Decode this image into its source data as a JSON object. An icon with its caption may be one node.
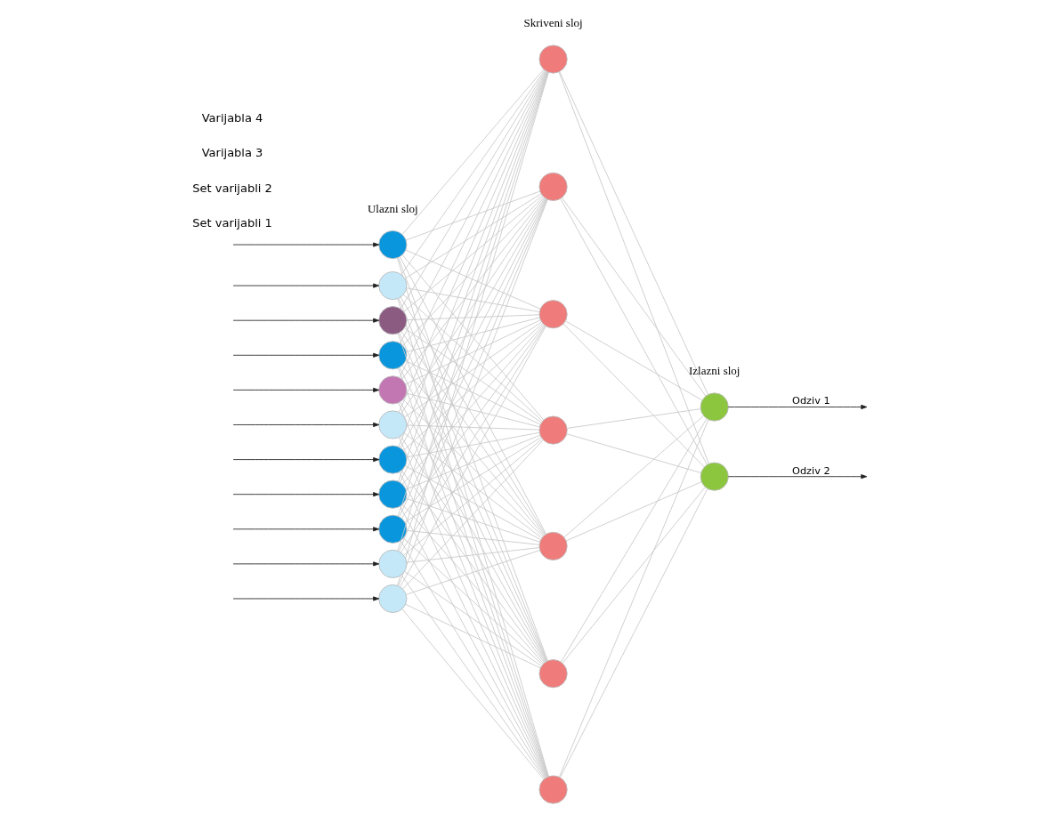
{
  "diagram": {
    "nodes": [
      {
        "text": [],
        "shape": "circle"
      },
      {
        "text": [],
        "shape": "circle"
      },
      {
        "text": [],
        "shape": "circle"
      },
      {
        "text": [],
        "shape": "circle"
      },
      {
        "text": [],
        "shape": "circle"
      },
      {
        "text": [],
        "shape": "circle"
      },
      {
        "text": [],
        "shape": "circle"
      },
      {
        "text": [],
        "shape": "circle"
      },
      {
        "text": [],
        "shape": "circle"
      },
      {
        "text": [],
        "shape": "circle"
      },
      {
        "text": [],
        "shape": "circle"
      },
      {
        "text": [],
        "shape": "circle"
      },
      {
        "text": [],
        "shape": "circle"
      },
      {
        "text": [],
        "shape": "circle"
      },
      {
        "text": [],
        "shape": "circle"
      },
      {
        "text": [],
        "shape": "circle"
      },
      {
        "text": [],
        "shape": "circle"
      },
      {
        "text": [],
        "shape": "circle"
      },
      {
        "text": [],
        "shape": "circle"
      },
      {
        "text": [],
        "shape": "circle"
      }
    ],
    "edges": [
      {
        "from": null,
        "to": 0,
        "arrow": "to",
        "color": "#222222"
      },
      {
        "from": null,
        "to": 1,
        "arrow": "to",
        "color": "#222222"
      },
      {
        "from": null,
        "to": 2,
        "arrow": "to",
        "color": "#222222"
      },
      {
        "from": null,
        "to": 3,
        "arrow": "to",
        "color": "#222222"
      },
      {
        "from": null,
        "to": 4,
        "arrow": "to",
        "color": "#222222"
      },
      {
        "from": null,
        "to": 5,
        "arrow": "to",
        "color": "#222222"
      },
      {
        "from": null,
        "to": 6,
        "arrow": "to",
        "color": "#222222"
      },
      {
        "from": null,
        "to": 7,
        "arrow": "to",
        "color": "#222222"
      },
      {
        "from": null,
        "to": 8,
        "arrow": "to",
        "color": "#222222"
      },
      {
        "from": null,
        "to": 9,
        "arrow": "to",
        "color": "#222222"
      },
      {
        "from": null,
        "to": 10,
        "arrow": "to",
        "color": "#222222"
      },
      {
        "from": 0,
        "to": 11,
        "arrow": "none"
      },
      {
        "from": 0,
        "to": 12,
        "arrow": "none"
      },
      {
        "from": 0,
        "to": 13,
        "arrow": "none"
      },
      {
        "from": 0,
        "to": 14,
        "arrow": "none"
      },
      {
        "from": 0,
        "to": 15,
        "arrow": "none"
      },
      {
        "from": 0,
        "to": 16,
        "arrow": "none"
      },
      {
        "from": 0,
        "to": 17,
        "arrow": "none"
      },
      {
        "from": 1,
        "to": 11,
        "arrow": "none"
      },
      {
        "from": 1,
        "to": 12,
        "arrow": "none"
      },
      {
        "from": 1,
        "to": 13,
        "arrow": "none"
      },
      {
        "from": 1,
        "to": 14,
        "arrow": "none"
      },
      {
        "from": 1,
        "to": 15,
        "arrow": "none"
      },
      {
        "from": 1,
        "to": 16,
        "arrow": "none"
      },
      {
        "from": 1,
        "to": 17,
        "arrow": "none"
      },
      {
        "from": 2,
        "to": 11,
        "arrow": "none"
      },
      {
        "from": 2,
        "to": 12,
        "arrow": "none"
      },
      {
        "from": 2,
        "to": 13,
        "arrow": "none"
      },
      {
        "from": 2,
        "to": 14,
        "arrow": "none"
      },
      {
        "from": 2,
        "to": 15,
        "arrow": "none"
      },
      {
        "from": 2,
        "to": 16,
        "arrow": "none"
      },
      {
        "from": 2,
        "to": 17,
        "arrow": "none"
      },
      {
        "from": 3,
        "to": 11,
        "arrow": "none"
      },
      {
        "from": 3,
        "to": 12,
        "arrow": "none"
      },
      {
        "from": 3,
        "to": 13,
        "arrow": "none"
      },
      {
        "from": 3,
        "to": 14,
        "arrow": "none"
      },
      {
        "from": 3,
        "to": 15,
        "arrow": "none"
      },
      {
        "from": 3,
        "to": 16,
        "arrow": "none"
      },
      {
        "from": 3,
        "to": 17,
        "arrow": "none"
      },
      {
        "from": 4,
        "to": 11,
        "arrow": "none"
      },
      {
        "from": 4,
        "to": 12,
        "arrow": "none"
      },
      {
        "from": 4,
        "to": 13,
        "arrow": "none"
      },
      {
        "from": 4,
        "to": 14,
        "arrow": "none"
      },
      {
        "from": 4,
        "to": 15,
        "arrow": "none"
      },
      {
        "from": 4,
        "to": 16,
        "arrow": "none"
      },
      {
        "from": 4,
        "to": 17,
        "arrow": "none"
      },
      {
        "from": 5,
        "to": 11,
        "arrow": "none"
      },
      {
        "from": 5,
        "to": 12,
        "arrow": "none"
      },
      {
        "from": 5,
        "to": 13,
        "arrow": "none"
      },
      {
        "from": 5,
        "to": 14,
        "arrow": "none"
      },
      {
        "from": 5,
        "to": 15,
        "arrow": "none"
      },
      {
        "from": 5,
        "to": 16,
        "arrow": "none"
      },
      {
        "from": 5,
        "to": 17,
        "arrow": "none"
      },
      {
        "from": 6,
        "to": 11,
        "arrow": "none"
      },
      {
        "from": 6,
        "to": 12,
        "arrow": "none"
      },
      {
        "from": 6,
        "to": 13,
        "arrow": "none"
      },
      {
        "from": 6,
        "to": 14,
        "arrow": "none"
      },
      {
        "from": 6,
        "to": 15,
        "arrow": "none"
      },
      {
        "from": 6,
        "to": 16,
        "arrow": "none"
      },
      {
        "from": 6,
        "to": 17,
        "arrow": "none"
      },
      {
        "from": 7,
        "to": 11,
        "arrow": "none"
      },
      {
        "from": 7,
        "to": 12,
        "arrow": "none"
      },
      {
        "from": 7,
        "to": 13,
        "arrow": "none"
      },
      {
        "from": 7,
        "to": 14,
        "arrow": "none"
      },
      {
        "from": 7,
        "to": 15,
        "arrow": "none"
      },
      {
        "from": 7,
        "to": 16,
        "arrow": "none"
      },
      {
        "from": 7,
        "to": 17,
        "arrow": "none"
      },
      {
        "from": 8,
        "to": 11,
        "arrow": "none"
      },
      {
        "from": 8,
        "to": 12,
        "arrow": "none"
      },
      {
        "from": 8,
        "to": 13,
        "arrow": "none"
      },
      {
        "from": 8,
        "to": 14,
        "arrow": "none"
      },
      {
        "from": 8,
        "to": 15,
        "arrow": "none"
      },
      {
        "from": 8,
        "to": 16,
        "arrow": "none"
      },
      {
        "from": 8,
        "to": 17,
        "arrow": "none"
      },
      {
        "from": 9,
        "to": 11,
        "arrow": "none"
      },
      {
        "from": 9,
        "to": 12,
        "arrow": "none"
      },
      {
        "from": 9,
        "to": 13,
        "arrow": "none"
      },
      {
        "from": 9,
        "to": 14,
        "arrow": "none"
      },
      {
        "from": 9,
        "to": 15,
        "arrow": "none"
      },
      {
        "from": 9,
        "to": 16,
        "arrow": "none"
      },
      {
        "from": 9,
        "to": 17,
        "arrow": "none"
      },
      {
        "from": 10,
        "to": 11,
        "arrow": "none"
      },
      {
        "from": 10,
        "to": 12,
        "arrow": "none"
      },
      {
        "from": 10,
        "to": 13,
        "arrow": "none"
      },
      {
        "from": 10,
        "to": 14,
        "arrow": "none"
      },
      {
        "from": 10,
        "to": 15,
        "arrow": "none"
      },
      {
        "from": 10,
        "to": 16,
        "arrow": "none"
      },
      {
        "from": 10,
        "to": 17,
        "arrow": "none"
      },
      {
        "from": 11,
        "to": 18,
        "arrow": "none"
      },
      {
        "from": 11,
        "to": 19,
        "arrow": "none"
      },
      {
        "from": 12,
        "to": 18,
        "arrow": "none"
      },
      {
        "from": 12,
        "to": 19,
        "arrow": "none"
      },
      {
        "from": 13,
        "to": 18,
        "arrow": "none"
      },
      {
        "from": 13,
        "to": 19,
        "arrow": "none"
      },
      {
        "from": 14,
        "to": 18,
        "arrow": "none"
      },
      {
        "from": 14,
        "to": 19,
        "arrow": "none"
      },
      {
        "from": 15,
        "to": 18,
        "arrow": "none"
      },
      {
        "from": 15,
        "to": 19,
        "arrow": "none"
      },
      {
        "from": 16,
        "to": 18,
        "arrow": "none"
      },
      {
        "from": 16,
        "to": 19,
        "arrow": "none"
      },
      {
        "from": 17,
        "to": 18,
        "arrow": "none"
      },
      {
        "from": 17,
        "to": 19,
        "arrow": "none"
      },
      {
        "from": 18,
        "to": null,
        "arrow": "to",
        "label": "Odziv 1",
        "color": "#222222"
      },
      {
        "from": 19,
        "to": null,
        "arrow": "to",
        "label": "Odziv 2",
        "color": "#222222"
      }
    ],
    "labels": [
      "Set varijabli 1",
      "Set varijabli 2",
      "Varijabla 3",
      "Varijabla 4",
      "Ulazni sloj",
      "Skriveni sloj",
      "Izlazni sloj"
    ]
  }
}
